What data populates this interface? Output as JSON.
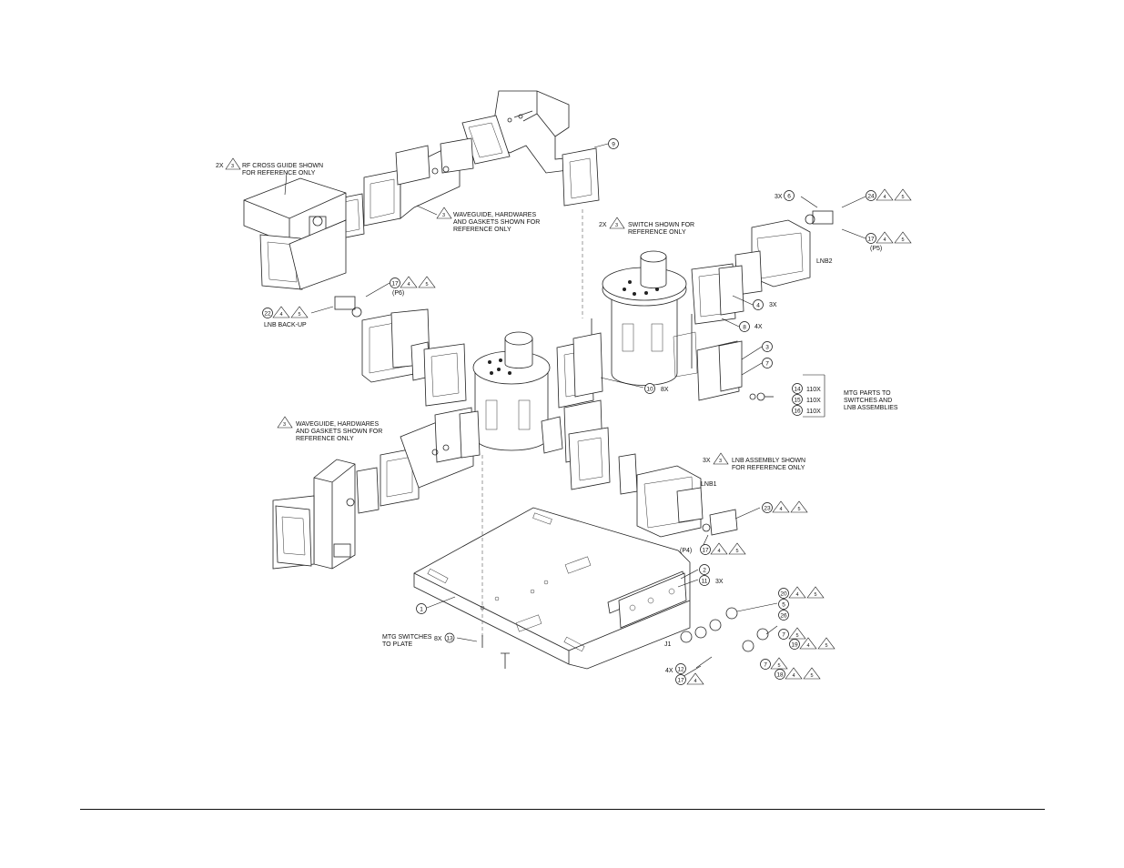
{
  "notes": {
    "rf_cross_guide": {
      "qty": "2X",
      "flag": "3",
      "line1": "RF CROSS GUIDE  SHOWN",
      "line2": "FOR REFERENCE ONLY"
    },
    "waveguide_upper": {
      "flag": "3",
      "line1": "WAVEGUIDE, HARDWARES",
      "line2": "AND GASKETS SHOWN FOR",
      "line3": "REFERENCE ONLY"
    },
    "waveguide_lower": {
      "flag": "3",
      "line1": "WAVEGUIDE, HARDWARES",
      "line2": "AND GASKETS SHOWN FOR",
      "line3": "REFERENCE ONLY"
    },
    "switch": {
      "qty": "2X",
      "flag": "3",
      "line1": "SWITCH SHOWN FOR",
      "line2": "REFERENCE ONLY"
    },
    "lnb_assembly": {
      "qty": "3X",
      "flag": "3",
      "line1": "LNB ASSEMBLY SHOWN",
      "line2": "FOR REFERENCE ONLY"
    },
    "mtg_parts": {
      "line1": "MTG PARTS TO",
      "line2": "SWITCHES AND",
      "line3": "LNB ASSEMBLIES"
    },
    "mtg_switches": {
      "line1": "MTG SWITCHES",
      "line2": "TO PLATE",
      "qty": "8X",
      "item": "13"
    }
  },
  "labels": {
    "lnb_backup": "LNB BACK-UP",
    "lnb1": "LNB1",
    "lnb2": "LNB2",
    "p4": "(P4)",
    "p5": "(P5)",
    "p6": "(P6)",
    "j1": "J1"
  },
  "callouts": {
    "c9": {
      "item": "9"
    },
    "c6": {
      "pre": "3X",
      "item": "6"
    },
    "c24": {
      "item": "24",
      "flags": [
        "4",
        "5"
      ]
    },
    "c17_p5": {
      "item": "17",
      "flags": [
        "4",
        "5"
      ]
    },
    "c17_p6": {
      "item": "17",
      "flags": [
        "4",
        "5"
      ]
    },
    "c22": {
      "item": "22",
      "flags": [
        "4",
        "5"
      ]
    },
    "c4": {
      "item": "4",
      "suffix": "3X"
    },
    "c8": {
      "item": "8",
      "suffix": "4X"
    },
    "c3": {
      "item": "3"
    },
    "c7": {
      "item": "7"
    },
    "c10": {
      "item": "10",
      "suffix": "8X"
    },
    "c14": {
      "item": "14",
      "suffix": "110X"
    },
    "c15": {
      "item": "15",
      "suffix": "110X"
    },
    "c16": {
      "item": "16",
      "suffix": "110X"
    },
    "c23": {
      "item": "23",
      "flags": [
        "4",
        "5"
      ]
    },
    "c17_p4": {
      "item": "17",
      "flags": [
        "4",
        "5"
      ]
    },
    "c2": {
      "item": "2"
    },
    "c11": {
      "item": "11",
      "suffix": "3X"
    },
    "c1": {
      "item": "1"
    },
    "c20": {
      "item": "20",
      "flags": [
        "4",
        "5"
      ]
    },
    "c5a": {
      "item": "5"
    },
    "c26": {
      "item": "26"
    },
    "c7b": {
      "item": "7",
      "item2": "5"
    },
    "c19": {
      "item": "19",
      "flags": [
        "4",
        "5"
      ]
    },
    "c7c": {
      "item": "7",
      "item2": "5"
    },
    "c18": {
      "item": "18",
      "flags": [
        "4",
        "5"
      ]
    },
    "c12": {
      "pre": "4X",
      "item": "12"
    },
    "c17_j1": {
      "item": "17",
      "flags": [
        "4"
      ]
    }
  }
}
